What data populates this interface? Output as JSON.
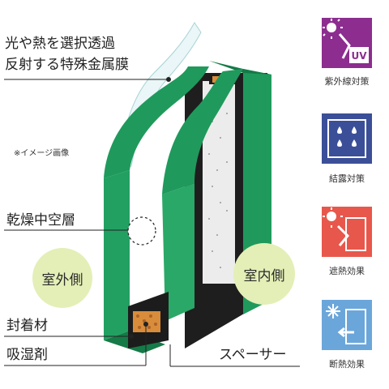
{
  "labels": {
    "coating_line1": "光や熱を選択透過",
    "coating_line2": "反射する特殊金属膜",
    "image_note": "※イメージ画像",
    "dry_air_layer": "乾燥中空層",
    "outdoor_side": "室外側",
    "indoor_side": "室内側",
    "sealant": "封着材",
    "desiccant": "吸湿剤",
    "spacer": "スペーサー"
  },
  "features": [
    {
      "label": "紫外線対策",
      "icon": "uv-icon",
      "color": "#8c2d8f",
      "badge": "UV"
    },
    {
      "label": "結露対策",
      "icon": "condensation-icon",
      "color": "#3b4f98"
    },
    {
      "label": "遮熱効果",
      "icon": "heat-shield-icon",
      "color": "#e8574b"
    },
    {
      "label": "断熱効果",
      "icon": "insulation-icon",
      "color": "#6ba6da"
    }
  ],
  "colors": {
    "glass_edge": "#1f9a5c",
    "glass_edge_dark": "#157a47",
    "spacer_black": "#1c1c1c",
    "desiccant_orange": "#d98c3a",
    "badge_bg": "#e3efb6"
  }
}
